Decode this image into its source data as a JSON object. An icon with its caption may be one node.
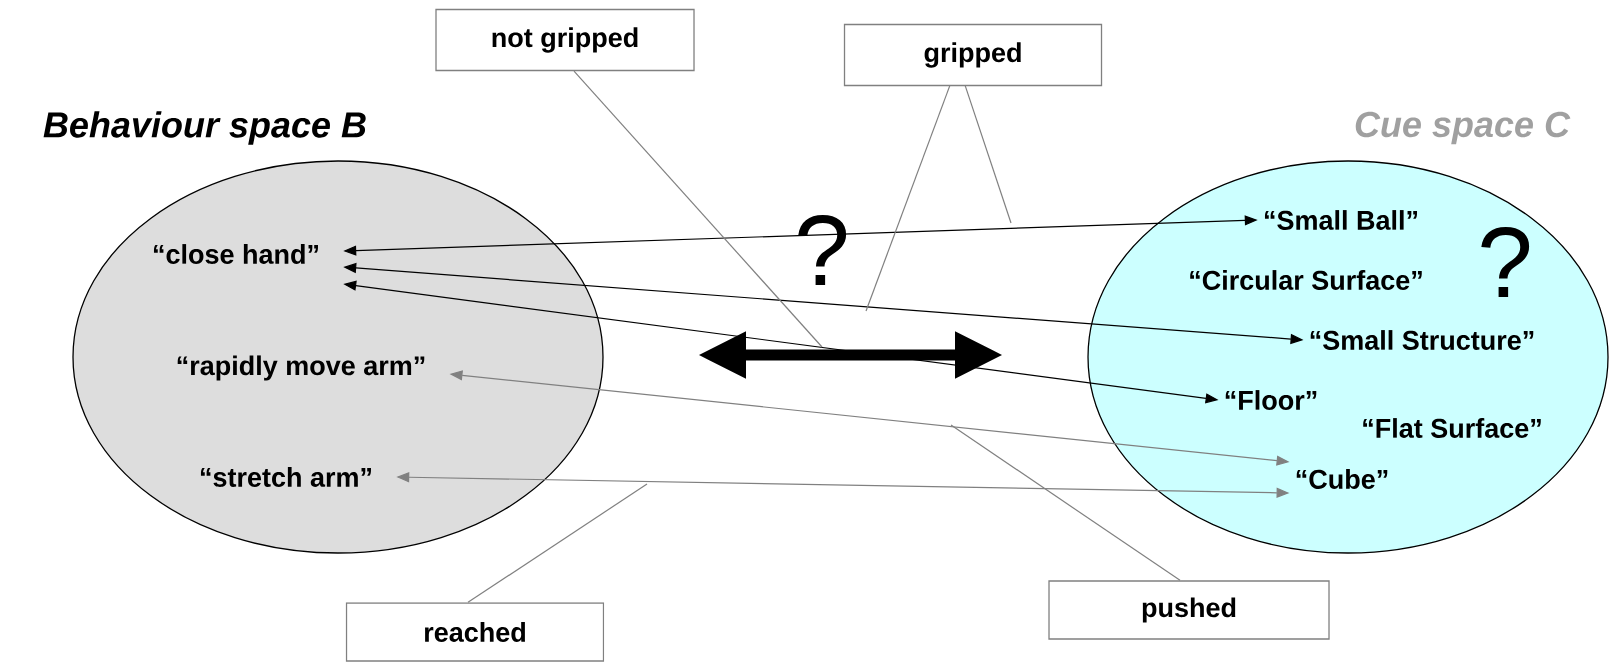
{
  "diagram": {
    "nodes": [
      {
        "text": [
          "Behaviour space B"
        ]
      },
      {
        "text": [
          "“close hand”"
        ],
        "in": 0
      },
      {
        "text": [
          "“rapidly move arm”"
        ],
        "in": 0
      },
      {
        "text": [
          "“stretch arm”"
        ],
        "in": 0
      },
      {
        "text": [
          "Cue space C"
        ]
      },
      {
        "text": [
          "“Small Ball”"
        ],
        "in": 4
      },
      {
        "text": [
          "“Circular Surface”"
        ],
        "in": 4
      },
      {
        "text": [
          "“Small Structure”"
        ],
        "in": 4
      },
      {
        "text": [
          "“Floor”"
        ],
        "in": 4
      },
      {
        "text": [
          "“Flat Surface”"
        ],
        "in": 4
      },
      {
        "text": [
          "“Cube”"
        ],
        "in": 4
      },
      {
        "text": [
          "not gripped"
        ]
      },
      {
        "text": [
          "gripped"
        ]
      },
      {
        "text": [
          "reached"
        ]
      },
      {
        "text": [
          "pushed"
        ]
      }
    ],
    "edges": [
      {
        "from": 5,
        "to": 1,
        "arrow": "both",
        "color": "#000000"
      },
      {
        "from": 7,
        "to": 1,
        "arrow": "both",
        "color": "#000000"
      },
      {
        "from": 8,
        "to": 1,
        "arrow": "both",
        "color": "#000000"
      },
      {
        "from": 10,
        "to": 2,
        "arrow": "both",
        "color": "#808080"
      },
      {
        "from": 10,
        "to": 3,
        "arrow": "both",
        "color": "#808080"
      },
      {
        "from": 11,
        "to": null,
        "arrow": "none",
        "color": "#808080"
      },
      {
        "from": 12,
        "to": null,
        "arrow": "none",
        "color": "#808080"
      },
      {
        "from": 12,
        "to": null,
        "arrow": "none",
        "color": "#808080"
      },
      {
        "from": 13,
        "to": null,
        "arrow": "none",
        "color": "#808080"
      },
      {
        "from": 14,
        "to": null,
        "arrow": "none",
        "color": "#808080"
      }
    ],
    "labels": [
      "?",
      "?"
    ]
  }
}
